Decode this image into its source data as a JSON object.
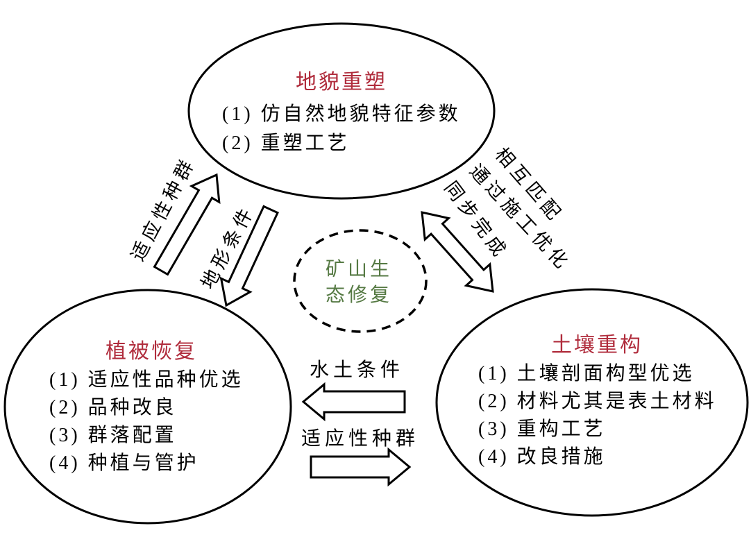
{
  "colors": {
    "title_red": "#b02c3c",
    "center_green": "#567a44",
    "stroke": "#000000",
    "background": "#ffffff"
  },
  "center": {
    "line1": "矿山生",
    "line2": "态修复"
  },
  "nodes": {
    "landform": {
      "title": "地貌重塑",
      "items": [
        "(1) 仿自然地貌特征参数",
        "(2) 重塑工艺"
      ]
    },
    "vegetation": {
      "title": "植被恢复",
      "items": [
        "(1) 适应性品种优选",
        "(2) 品种改良",
        "(3) 群落配置",
        "(4) 种植与管护"
      ]
    },
    "soil": {
      "title": "土壤重构",
      "items": [
        "(1) 土壤剖面构型优选",
        "(2) 材料尤其是表土材料",
        "(3) 重构工艺",
        "(4) 改良措施"
      ]
    }
  },
  "connectors": {
    "left_up_label": "适应性种群",
    "left_down_label": "地形条件",
    "right_labels": [
      "相互匹配",
      "通过施工优化",
      "同步完成"
    ],
    "middle_top_label": "水土条件",
    "middle_bottom_label": "适应性种群"
  }
}
